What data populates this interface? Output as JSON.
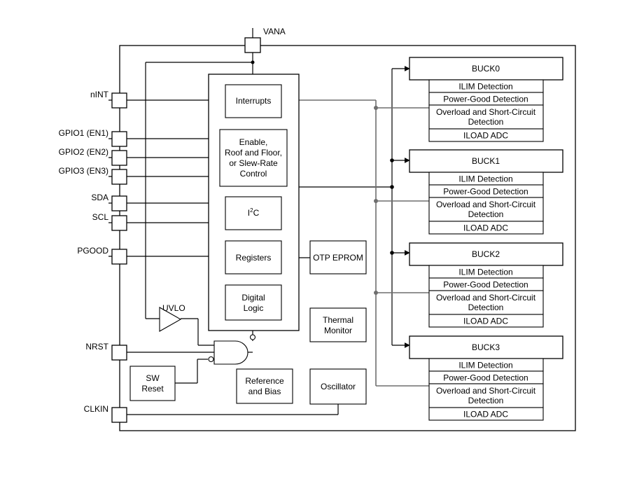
{
  "pins": {
    "vana": "VANA",
    "nint": "nINT",
    "gpio1": "GPIO1 (EN1)",
    "gpio2": "GPIO2 (EN2)",
    "gpio3": "GPIO3 (EN3)",
    "sda": "SDA",
    "scl": "SCL",
    "pgood": "PGOOD",
    "nrst": "NRST",
    "clkin": "CLKIN"
  },
  "blocks": {
    "interrupts": "Interrupts",
    "enable": [
      "Enable,",
      "Roof and Floor,",
      "or Slew-Rate",
      "Control"
    ],
    "i2c_base": "I",
    "i2c_sup": "2",
    "i2c_tail": "C",
    "registers": "Registers",
    "digital_logic": [
      "Digital",
      "Logic"
    ],
    "otp": "OTP EPROM",
    "thermal": [
      "Thermal",
      "Monitor"
    ],
    "uvlo": "UVLO",
    "sw_reset": [
      "SW",
      "Reset"
    ],
    "reference": [
      "Reference",
      "and Bias"
    ],
    "oscillator": "Oscillator"
  },
  "bucks": [
    {
      "name": "BUCK0",
      "rows": [
        "ILIM Detection",
        "Power-Good Detection",
        [
          "Overload and Short-Circuit",
          "Detection"
        ],
        "ILOAD ADC"
      ]
    },
    {
      "name": "BUCK1",
      "rows": [
        "ILIM Detection",
        "Power-Good Detection",
        [
          "Overload and Short-Circuit",
          "Detection"
        ],
        "ILOAD ADC"
      ]
    },
    {
      "name": "BUCK2",
      "rows": [
        "ILIM Detection",
        "Power-Good Detection",
        [
          "Overload and Short-Circuit",
          "Detection"
        ],
        "ILOAD ADC"
      ]
    },
    {
      "name": "BUCK3",
      "rows": [
        "ILIM Detection",
        "Power-Good Detection",
        [
          "Overload and Short-Circuit",
          "Detection"
        ],
        "ILOAD ADC"
      ]
    }
  ]
}
